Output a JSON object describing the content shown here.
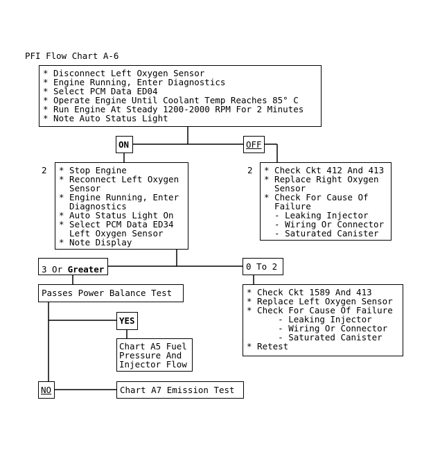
{
  "title": "PFI Flow Chart A-6",
  "step1": [
    "* Disconnect Left Oxygen Sensor",
    "* Engine Running, Enter Diagnostics",
    "* Select PCM Data ED04",
    "* Operate Engine Until Coolant Temp Reaches 85° C",
    "* Run Engine At Steady 1200-2000 RPM For 2 Minutes",
    "* Note Auto Status Light"
  ],
  "on_label": "ON",
  "off_label": "OFF",
  "step2_number": "2",
  "step2": [
    "* Stop Engine",
    "* Reconnect Left Oxygen",
    "  Sensor",
    "* Engine Running, Enter",
    "  Diagnostics",
    "* Auto Status Light On",
    "* Select PCM Data ED34",
    "  Left Oxygen Sensor",
    "* Note Display"
  ],
  "off_number": "2",
  "off_box": [
    "* Check Ckt 412 And 413",
    "* Replace Right Oxygen",
    "  Sensor",
    "* Check For Cause Of",
    "  Failure",
    "  - Leaking Injector",
    "  - Wiring Or Connector",
    "  - Saturated Canister"
  ],
  "greater_prefix": "3 Or ",
  "greater_bold": "Greater",
  "zero_to_two": "0 To 2",
  "power_balance": "Passes Power Balance Test",
  "yes_label": "YES",
  "chart_a5": [
    "Chart A5 Fuel",
    "Pressure And",
    "Injector Flow"
  ],
  "no_label": "NO",
  "chart_a7": "Chart A7 Emission Test",
  "low_box": [
    "* Check Ckt 1589 And 413",
    "* Replace Left Oxygen Sensor",
    "* Check For Cause Of Failure",
    "      - Leaking Injector",
    "      - Wiring Or Connector",
    "      - Saturated Canister",
    "* Retest"
  ]
}
